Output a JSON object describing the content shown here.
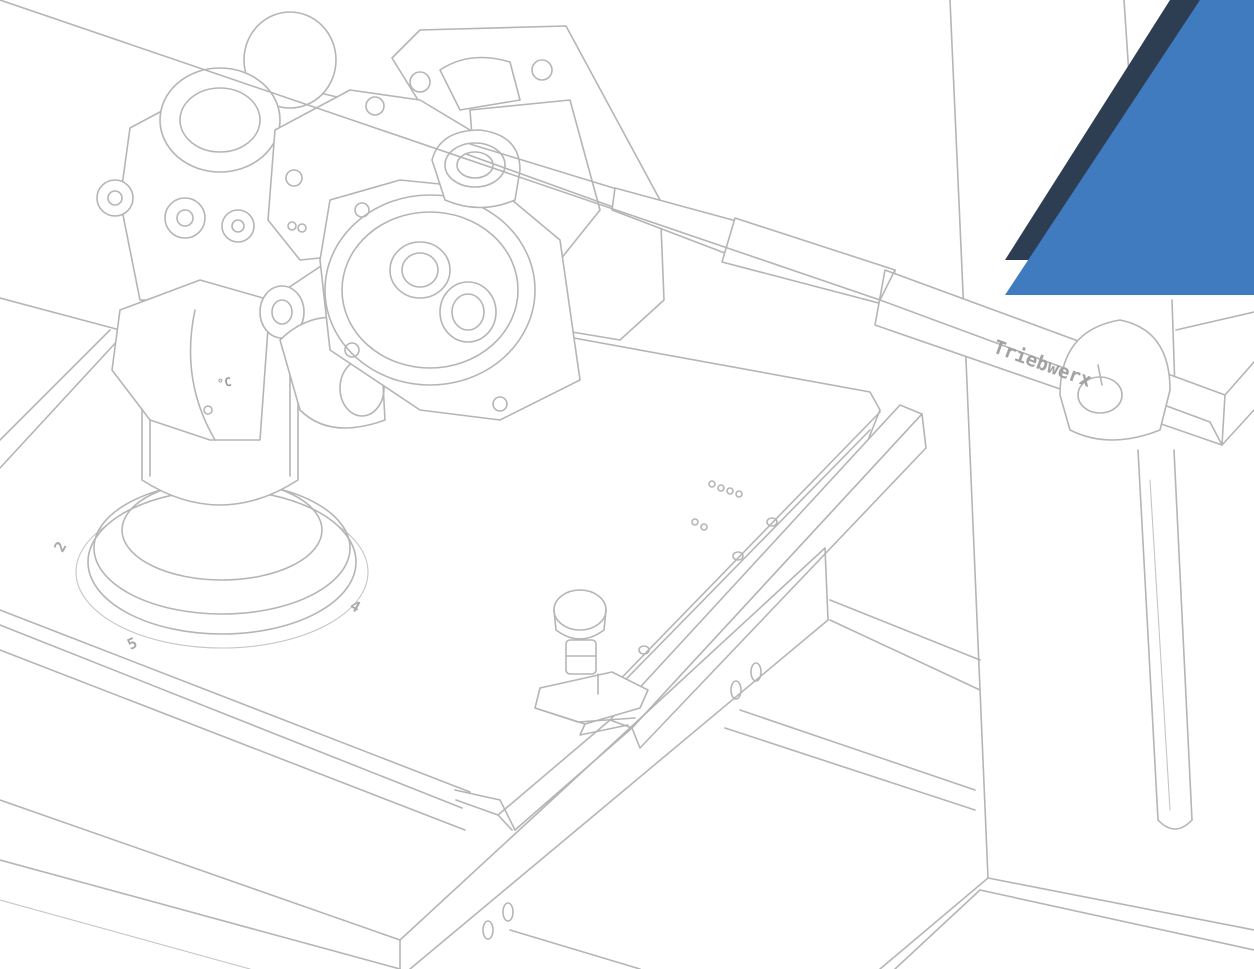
{
  "brand": {
    "logo_text": "Triebwerx"
  },
  "dial": {
    "mark_2": "2",
    "mark_5": "5",
    "mark_4": "4"
  },
  "temp_unit": "°C",
  "colors": {
    "line": "#b5b5b5",
    "accent_blue": "#417bbf",
    "accent_dark": "#2e3e52",
    "background": "#ffffff"
  }
}
